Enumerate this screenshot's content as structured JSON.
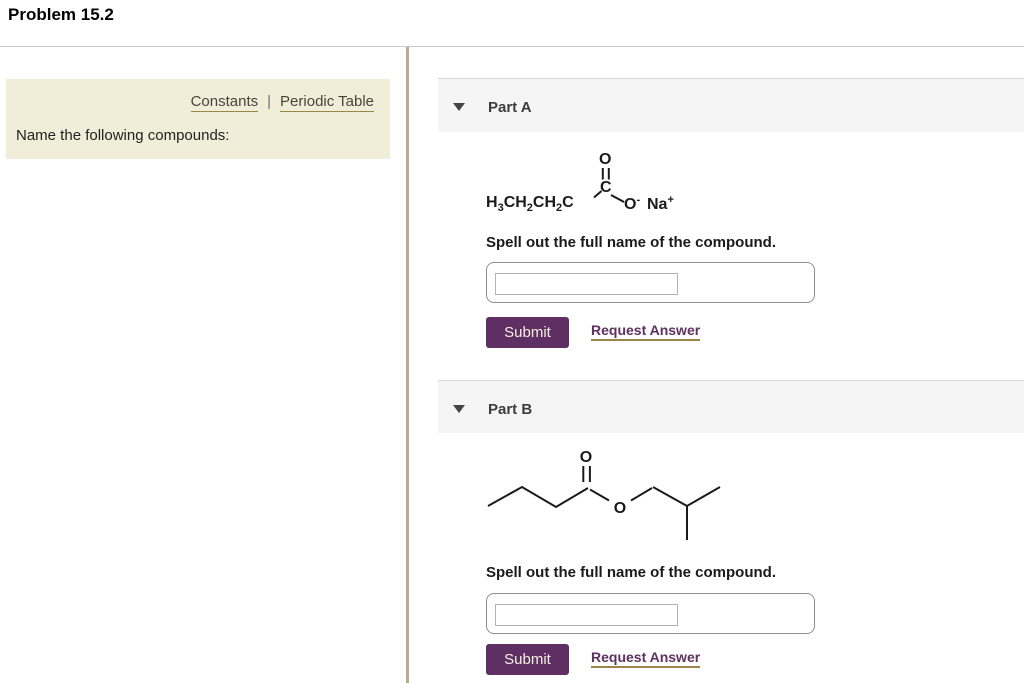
{
  "page": {
    "title": "Problem 15.2"
  },
  "left_panel": {
    "links": {
      "constants": "Constants",
      "separator": "|",
      "periodic_table": "Periodic Table"
    },
    "instruction": "Name the following compounds:"
  },
  "part_a": {
    "label": "Part A",
    "structure": {
      "chain_formula": [
        {
          "t": "H",
          "sub": "3"
        },
        {
          "t": "CH",
          "sub": "2"
        },
        {
          "t": "CH",
          "sub": "2"
        },
        {
          "t": "C"
        }
      ],
      "carbonyl_carbon": "C",
      "carbonyl_oxygen": "O",
      "anion": [
        {
          "t": "O",
          "sup": "-"
        }
      ],
      "cation": [
        {
          "t": "Na",
          "sup": "+"
        }
      ]
    },
    "prompt": "Spell out the full name of the compound.",
    "answer_value": "",
    "submit_label": "Submit",
    "request_answer_label": "Request Answer"
  },
  "part_b": {
    "label": "Part B",
    "structure": {
      "carbonyl_oxygen": "O",
      "ester_oxygen": "O"
    },
    "prompt": "Spell out the full name of the compound.",
    "answer_value": "",
    "submit_label": "Submit",
    "request_answer_label": "Request Answer"
  },
  "colors": {
    "accent_purple": "#5e2f63",
    "gold_underline": "#9b8547",
    "panel_beige": "#f0eed9",
    "header_gray": "#f5f5f5",
    "divider_tan": "#bcab94"
  }
}
